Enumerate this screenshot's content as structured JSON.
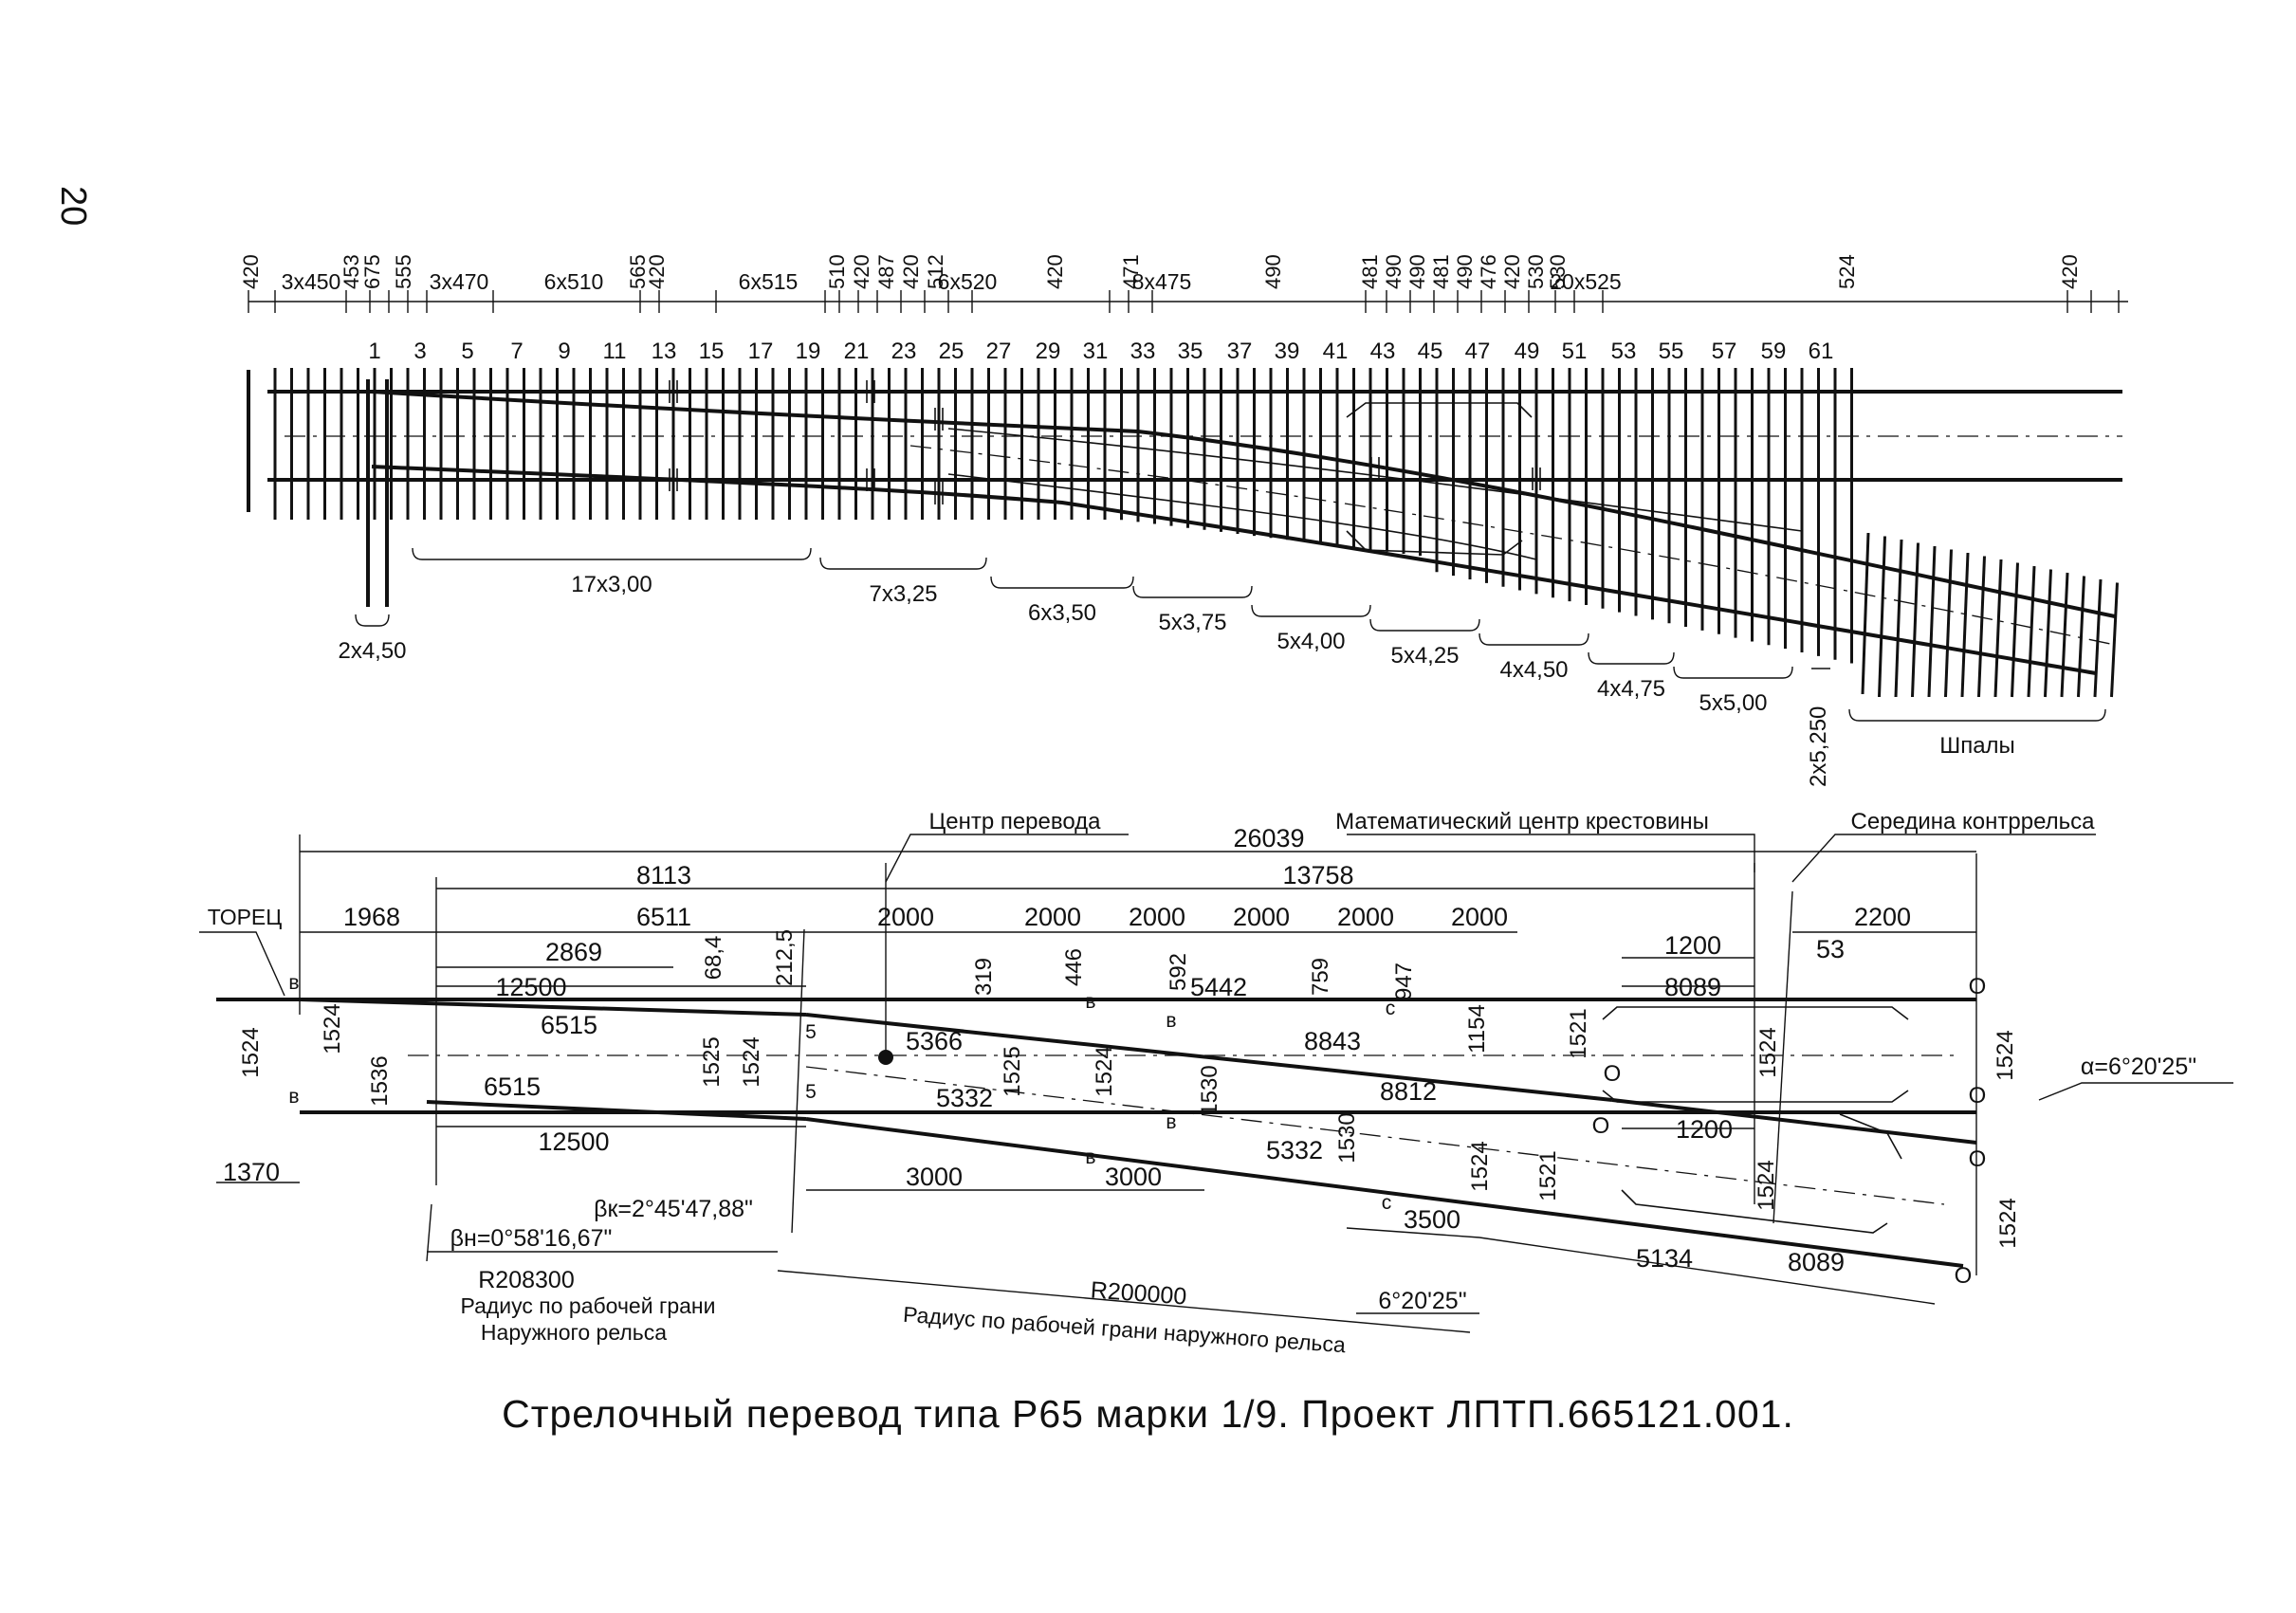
{
  "page_number": "20",
  "caption": "Стрелочный перевод типа Р65 марки 1/9.  Проект ЛПТП.665121.001.",
  "plan": {
    "top_dims": [
      "420",
      "3x450",
      "453",
      "675",
      "555",
      "3x470",
      "6x510",
      "565",
      "420",
      "6x515",
      "510",
      "420",
      "487",
      "420",
      "512",
      "6x520",
      "420",
      "471",
      "8x475",
      "490",
      "481",
      "490",
      "490",
      "481",
      "490",
      "476",
      "420",
      "530",
      "530",
      "20x525",
      "524",
      "420"
    ],
    "tie_numbers": [
      "1",
      "3",
      "5",
      "7",
      "9",
      "11",
      "13",
      "15",
      "17",
      "19",
      "21",
      "23",
      "25",
      "27",
      "29",
      "31",
      "33",
      "35",
      "37",
      "39",
      "41",
      "43",
      "45",
      "47",
      "49",
      "51",
      "53",
      "55",
      "57",
      "59",
      "61"
    ],
    "bottom_groups": [
      "2x4,50",
      "17x3,00",
      "7x3,25",
      "6x3,50",
      "5x3,75",
      "5x4,00",
      "5x4,25",
      "4x4,50",
      "4x4,75",
      "5x5,00",
      "2x5,250",
      "Шпалы"
    ]
  },
  "scheme": {
    "labels": {
      "center": "Центр перевода",
      "math_center": "Математический центр крестовины",
      "guard_middle": "Середина контррельса",
      "torec": "ТОРЕЦ",
      "radius1_value": "R208300",
      "radius1_text_1": "Радиус по рабочей грани",
      "radius1_text_2": "Наружного рельса",
      "radius2_value": "R200000",
      "radius2_text": "Радиус по рабочей грани наружного рельса",
      "beta_k": "βк=2°45'47,88\"",
      "beta_n": "βн=0°58'16,67\"",
      "alpha": "α=6°20'25\"",
      "angle2": "6°20'25\""
    },
    "dims": {
      "d26039": "26039",
      "d8113": "8113",
      "d13758": "13758",
      "d1968": "1968",
      "d6511": "6511",
      "d2000": "2000",
      "d2200": "2200",
      "d53": "53",
      "d1200": "1200",
      "d2869": "2869",
      "d12500": "12500",
      "d6515": "6515",
      "d5366": "5366",
      "d5332": "5332",
      "d5442": "5442",
      "d8089": "8089",
      "d8843": "8843",
      "d8812": "8812",
      "d3000": "3000",
      "d3500": "3500",
      "d5134": "5134",
      "d1370": "1370",
      "d1524": "1524",
      "d1536": "1536",
      "d1525": "1525",
      "d1530": "1530",
      "d1521": "1521",
      "d1154": "1154",
      "d319": "319",
      "d446": "446",
      "d592": "592",
      "d759": "759",
      "d947": "947",
      "d684": "68,4",
      "d2125": "212,5",
      "m_v": "в",
      "m_o": "О",
      "m_c": "с",
      "m_5": "5"
    }
  }
}
